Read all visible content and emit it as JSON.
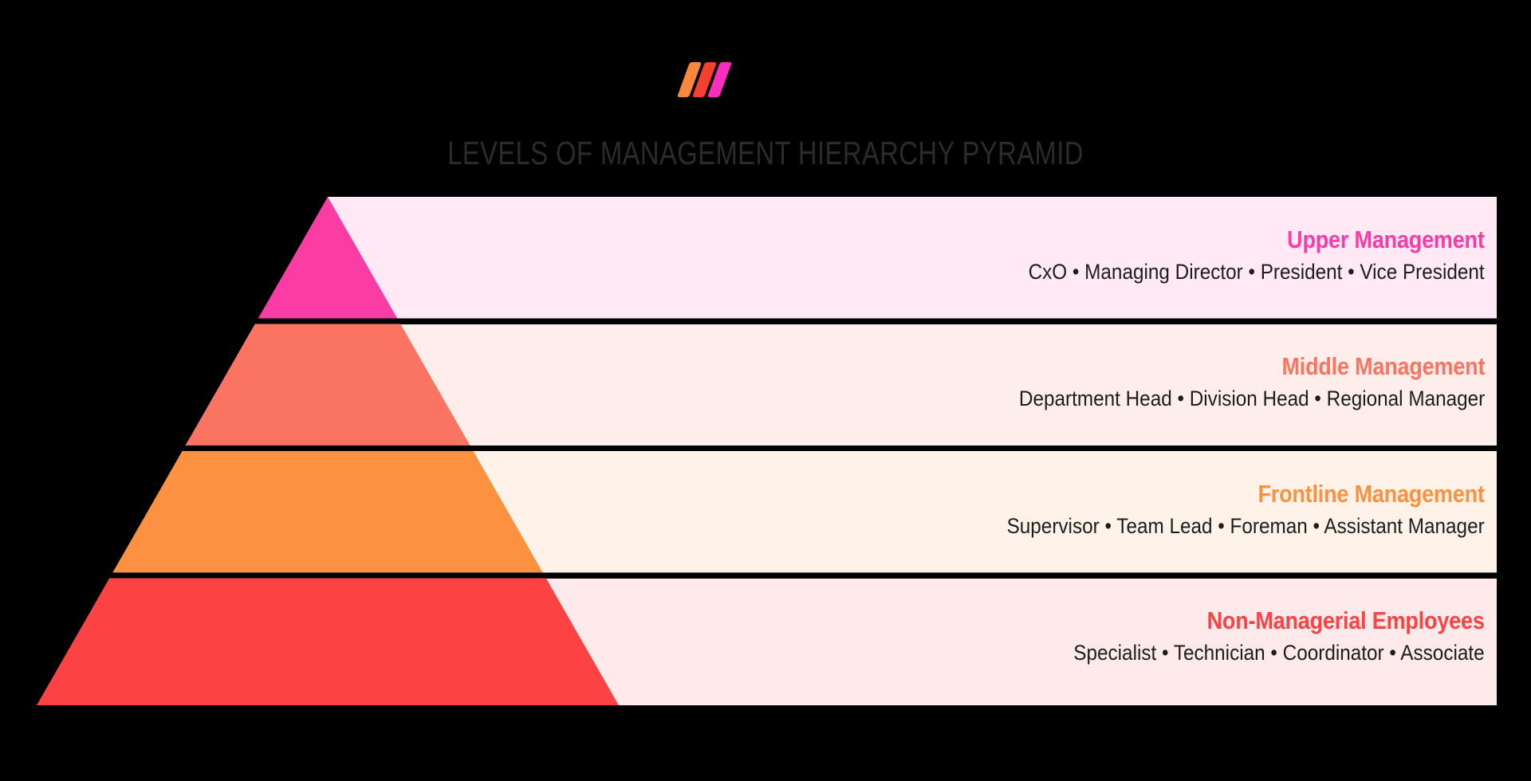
{
  "page": {
    "background_color": "#000000",
    "title": "LEVELS OF MANAGEMENT HIERARCHY PYRAMID",
    "title_color": "#2b2b2b"
  },
  "logo": {
    "name": "brand-logo",
    "bars": [
      {
        "color": "#F9873C"
      },
      {
        "color": "#F5402F"
      },
      {
        "color": "#F92DBE"
      }
    ]
  },
  "chart_data": {
    "type": "pyramid",
    "title": "LEVELS OF MANAGEMENT HIERARCHY PYRAMID",
    "orientation": "apex-top",
    "levels": [
      {
        "rank": 1,
        "heading": "Upper Management",
        "roles": "CxO • Managing Director • President • Vice President",
        "color": "#FB3CA5",
        "band_color": "#FEE9F4",
        "roles_list": [
          "CxO",
          "Managing Director",
          "President",
          "Vice President"
        ]
      },
      {
        "rank": 2,
        "heading": "Middle Management",
        "roles": "Department Head • Division Head • Regional Manager",
        "color": "#FB7462",
        "band_color": "#FDEEEB",
        "roles_list": [
          "Department Head",
          "Division Head",
          "Regional Manager"
        ]
      },
      {
        "rank": 3,
        "heading": "Frontline Management",
        "roles": "Supervisor • Team Lead • Foreman • Assistant Manager",
        "color": "#FC9141",
        "band_color": "#FEF2E9",
        "roles_list": [
          "Supervisor",
          "Team Lead",
          "Foreman",
          "Assistant Manager"
        ]
      },
      {
        "rank": 4,
        "heading": "Non-Managerial Employees",
        "roles": "Specialist •  Technician •  Coordinator •  Associate",
        "color": "#FC4242",
        "band_color": "#FEEAEA",
        "roles_list": [
          "Specialist",
          "Technician",
          "Coordinator",
          "Associate"
        ]
      }
    ],
    "separator_color": "#000000"
  }
}
